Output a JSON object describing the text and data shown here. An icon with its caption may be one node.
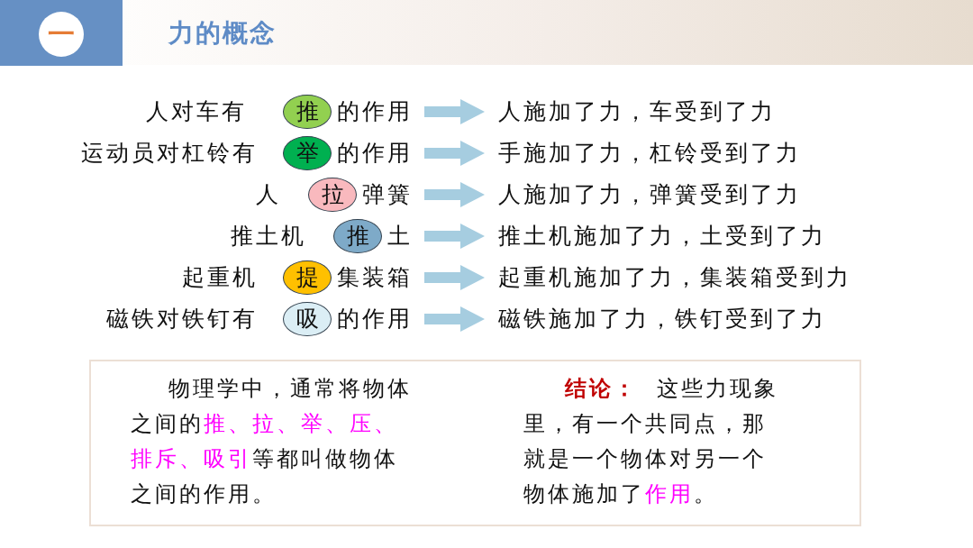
{
  "diagram": {
    "title": "力的概念",
    "nodes": [
      {
        "text": [
          "一"
        ]
      },
      {
        "text": [
          "人对车有",
          "的作用"
        ]
      },
      {
        "text": [
          "推"
        ],
        "in": 1
      },
      {
        "text": [
          "人施加了力，车受到了力"
        ]
      },
      {
        "text": [
          "运动员对杠铃有",
          "的作用"
        ]
      },
      {
        "text": [
          "举"
        ],
        "in": 4
      },
      {
        "text": [
          "手施加了力，杠铃受到了力"
        ]
      },
      {
        "text": [
          "人",
          "弹簧"
        ]
      },
      {
        "text": [
          "拉"
        ],
        "in": 7
      },
      {
        "text": [
          "人施加了力，弹簧受到了力"
        ]
      },
      {
        "text": [
          "推土机",
          "土"
        ]
      },
      {
        "text": [
          "推"
        ],
        "in": 10
      },
      {
        "text": [
          "推土机施加了力，土受到了力"
        ]
      },
      {
        "text": [
          "起重机",
          "集装箱"
        ]
      },
      {
        "text": [
          "提"
        ],
        "in": 13
      },
      {
        "text": [
          "起重机施加了力，集装箱受到力"
        ]
      },
      {
        "text": [
          "磁铁对铁钉有",
          "的作用"
        ]
      },
      {
        "text": [
          "吸"
        ],
        "in": 16
      },
      {
        "text": [
          "磁铁施加了力，铁钉受到了力"
        ]
      },
      {
        "text": [
          "物理学中，通常将物体之间的**推、拉、举、压、排斥、吸引**等都叫做物体之间的作用。",
          "**结论：** 这些力现象里，有一个共同点，那就是一个物体对另一个物体施加了**作用**。"
        ]
      }
    ],
    "edges": [
      {
        "from": 1,
        "to": 3,
        "arrow": "to"
      },
      {
        "from": 4,
        "to": 6,
        "arrow": "to"
      },
      {
        "from": 7,
        "to": 9,
        "arrow": "to"
      },
      {
        "from": 10,
        "to": 12,
        "arrow": "to"
      },
      {
        "from": 13,
        "to": 15,
        "arrow": "to"
      },
      {
        "from": 16,
        "to": 18,
        "arrow": "to"
      }
    ]
  }
}
